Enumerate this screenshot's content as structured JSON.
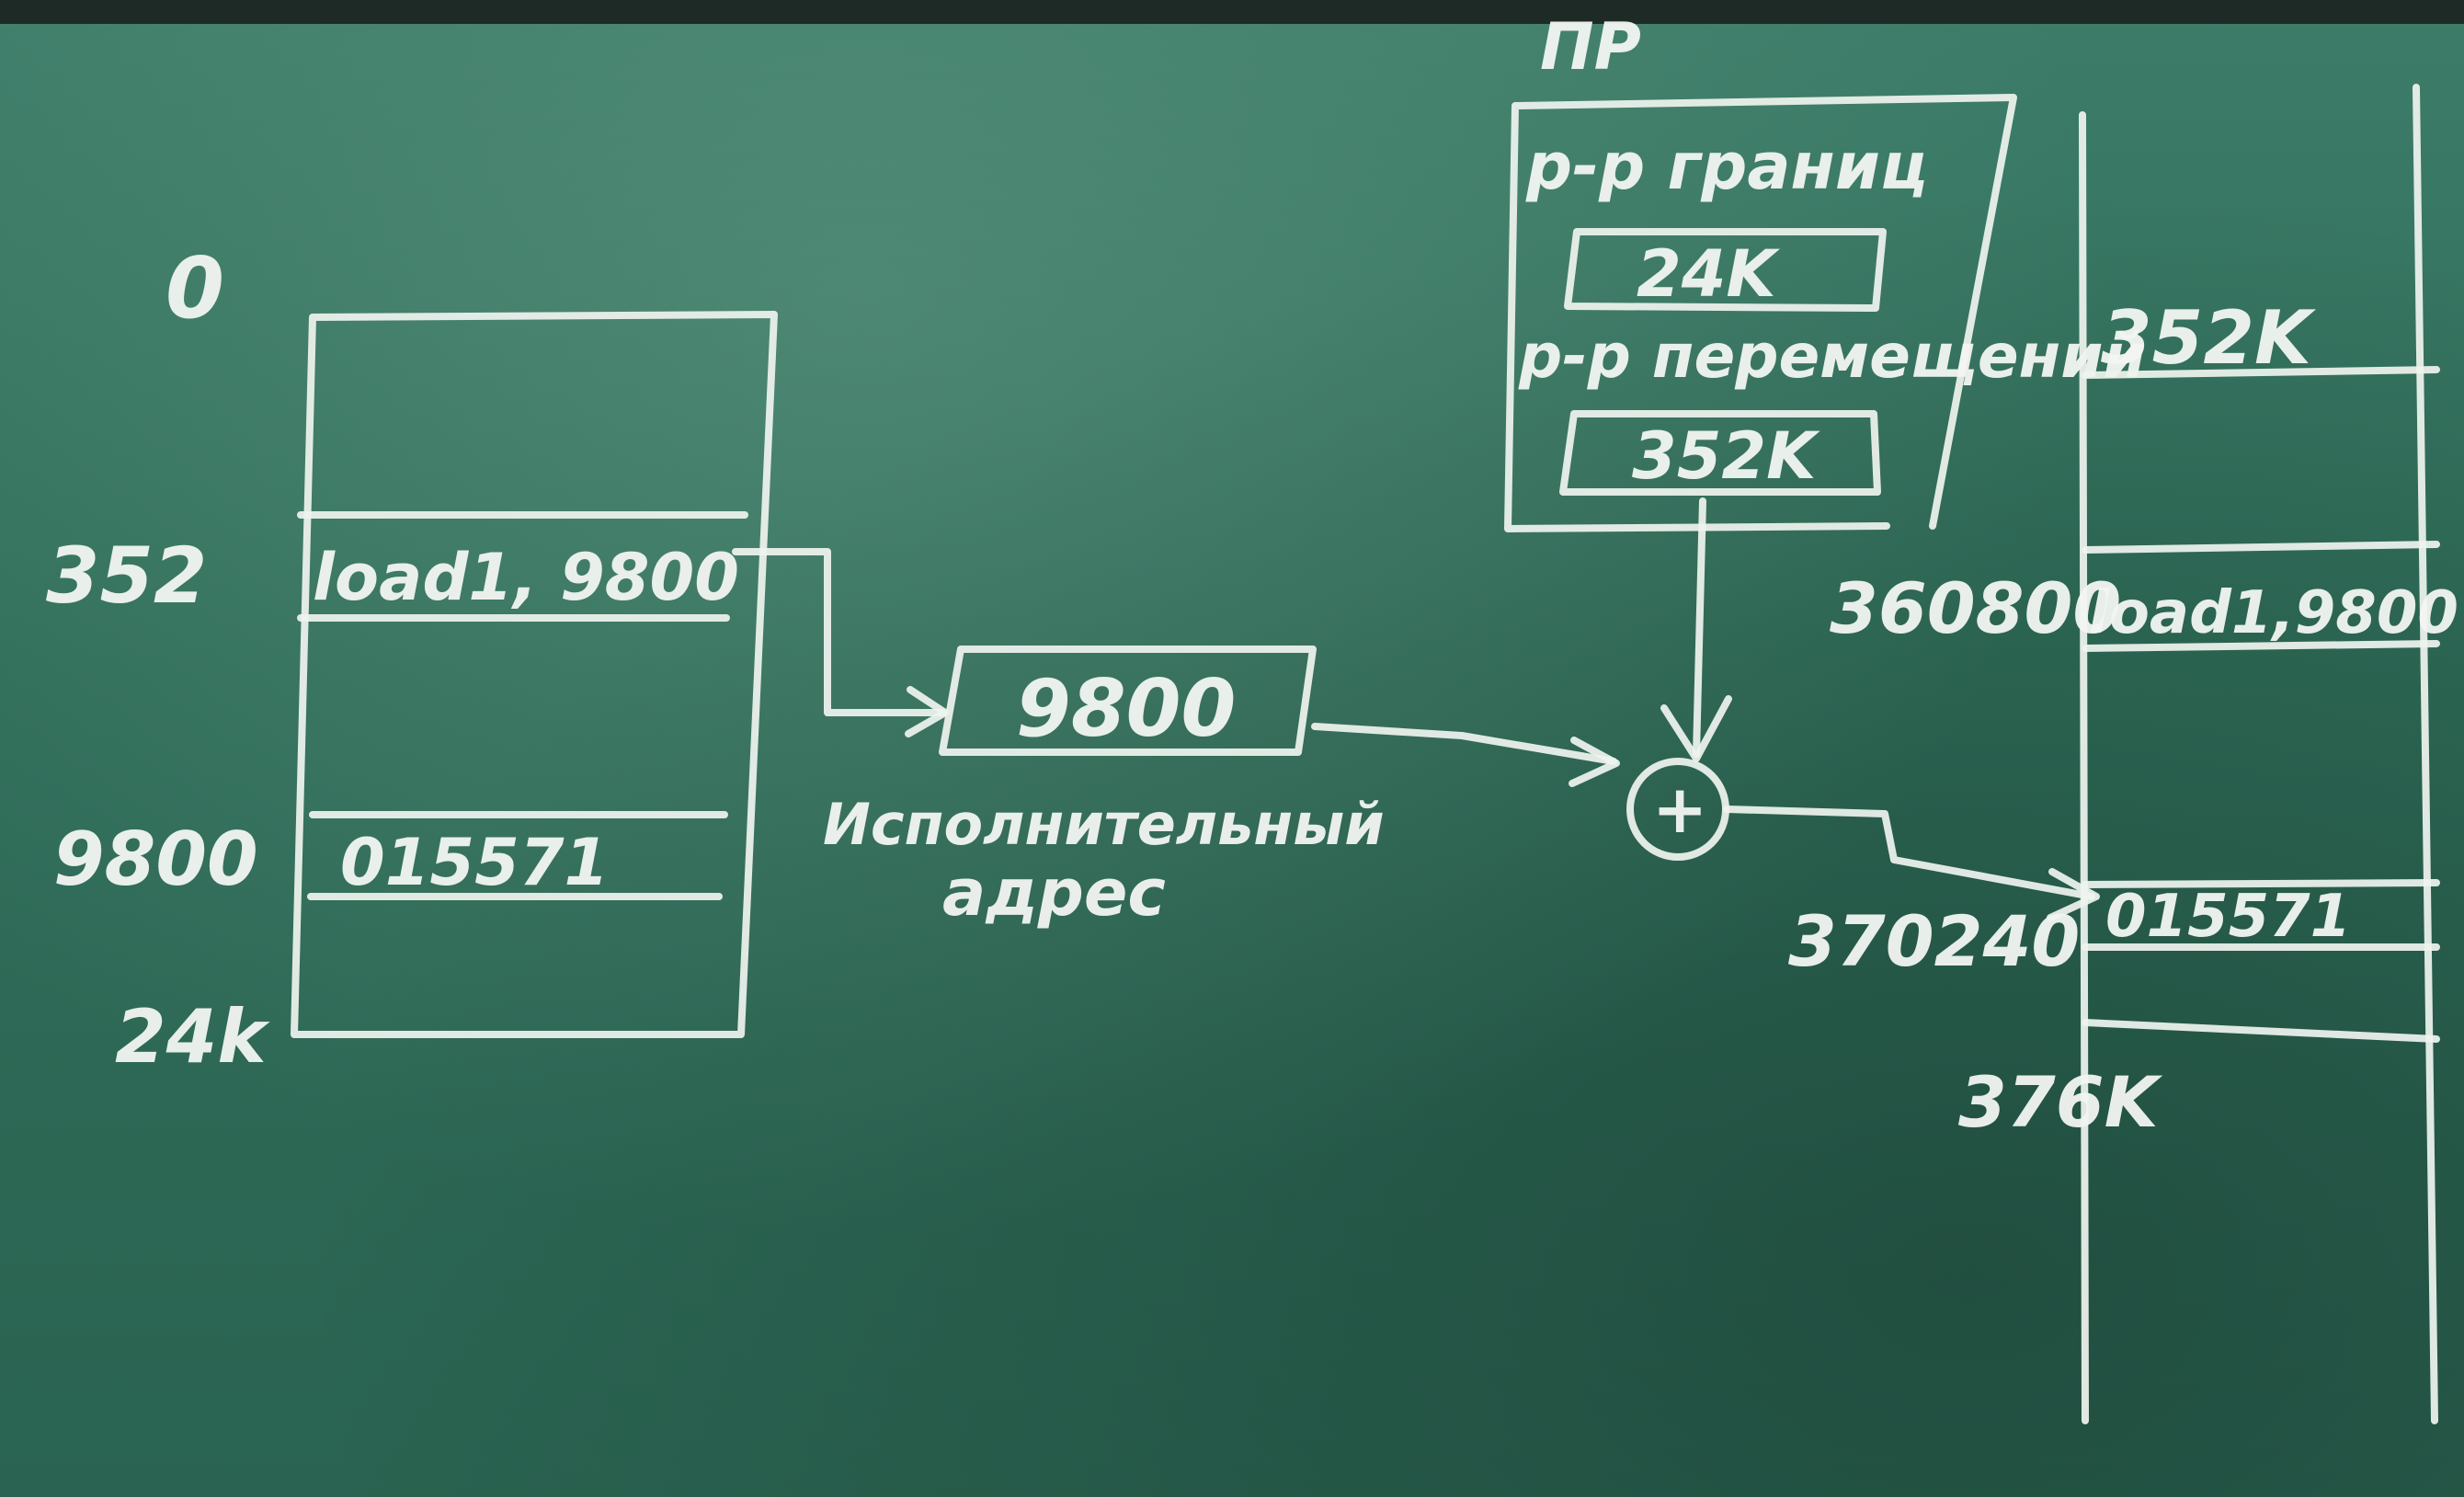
{
  "program": {
    "addr_start": "0",
    "addr_instr": "352",
    "addr_data": "9800",
    "addr_end": "24k",
    "cell_instr": "load1, 9800",
    "cell_data": "015571"
  },
  "effective_address": {
    "value": "9800",
    "label_line1": "Исполнительный",
    "label_line2": "адрес"
  },
  "processor": {
    "title": "ПР",
    "limit_register_label": "р-р границ",
    "limit_register_value": "24K",
    "relocation_register_label": "р-р перемещений",
    "relocation_register_value": "352K"
  },
  "adder": {
    "symbol": "+"
  },
  "memory": {
    "addr_base": "352K",
    "addr_instr": "360800",
    "addr_data": "370240",
    "addr_end": "376K",
    "cell_instr": "load1,9800",
    "cell_data": "015571"
  }
}
